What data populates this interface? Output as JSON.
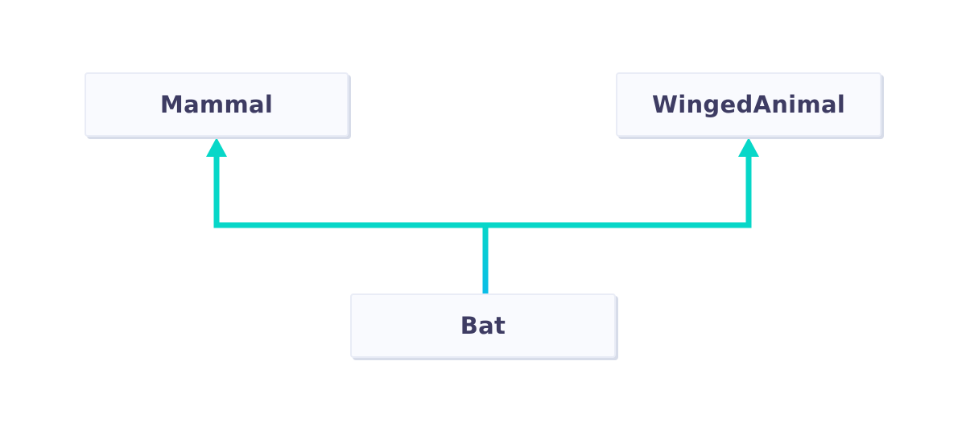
{
  "nodes": [
    {
      "id": "mammal",
      "label": "Mammal"
    },
    {
      "id": "winged_animal",
      "label": "WingedAnimal"
    },
    {
      "id": "bat",
      "label": "Bat"
    }
  ],
  "edges": [
    {
      "from": "Bat",
      "to": "Mammal",
      "style": "arrow-up"
    },
    {
      "from": "Bat",
      "to": "WingedAnimal",
      "style": "arrow-up"
    }
  ],
  "colors": {
    "edge_teal": "#07D7C8",
    "edge_blue": "#0ABDE8",
    "node_background": "#F9FAFE",
    "node_border": "#E9ECF6",
    "node_shadow": "#D7DCE9",
    "node_text": "#3E3C63"
  }
}
